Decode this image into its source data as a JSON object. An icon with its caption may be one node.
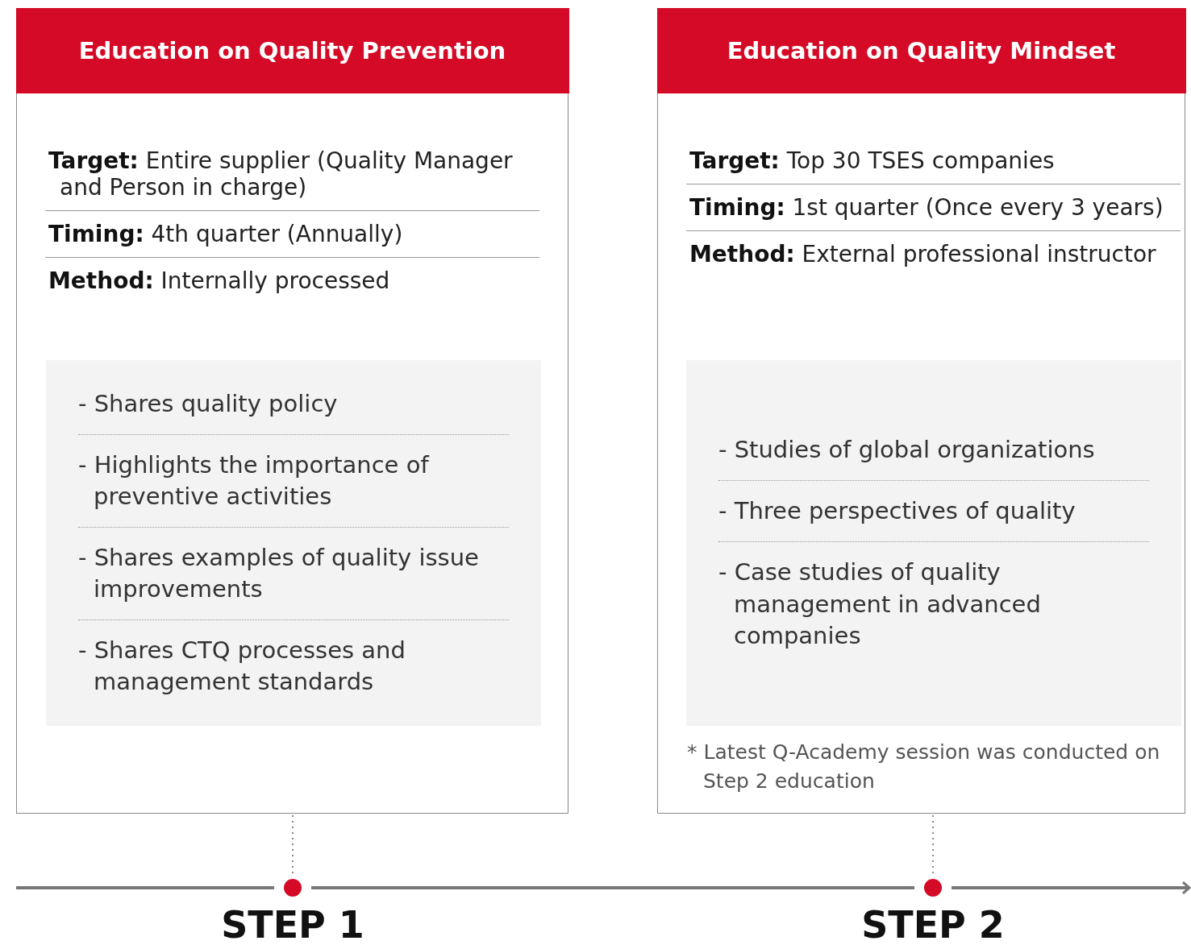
{
  "diagram": {
    "nodes": [
      {
        "text": [
          "Education on Quality Prevention",
          "**Target:** Entire supplier (Quality Manager and Person in charge)",
          "**Timing:** 4th quarter (Annually)",
          "**Method:** Internally processed"
        ]
      },
      {
        "text": [
          "- Shares quality policy",
          "- Highlights the importance of preventive activities",
          "- Shares examples of quality issue improvements",
          "- Shares CTQ processes and management standards"
        ],
        "in": 0
      },
      {
        "text": [
          "Education on Quality Mindset",
          "**Target:** Top 30 TSES companies",
          "**Timing:** 1st quarter (Once every 3 years)",
          "**Method:** External professional instructor",
          "* Latest Q-Academy session was conducted on Step 2 education"
        ]
      },
      {
        "text": [
          "- Studies of global organizations",
          "- Three perspectives of quality",
          "- Case studies of quality management in advanced companies"
        ],
        "in": 2
      },
      {
        "text": [],
        "shape": "circle",
        "beside": [
          "STEP 1"
        ]
      },
      {
        "text": [],
        "shape": "circle",
        "beside": [
          "STEP 2"
        ]
      }
    ],
    "edges": [
      {
        "from": 0,
        "to": 4,
        "arrow": "none",
        "style": "dashed"
      },
      {
        "from": 2,
        "to": 5,
        "arrow": "none",
        "style": "dashed"
      },
      {
        "from": null,
        "to": 4,
        "arrow": "none"
      },
      {
        "from": 4,
        "to": 5,
        "arrow": "none"
      },
      {
        "from": 5,
        "to": null,
        "arrow": "to"
      }
    ]
  }
}
